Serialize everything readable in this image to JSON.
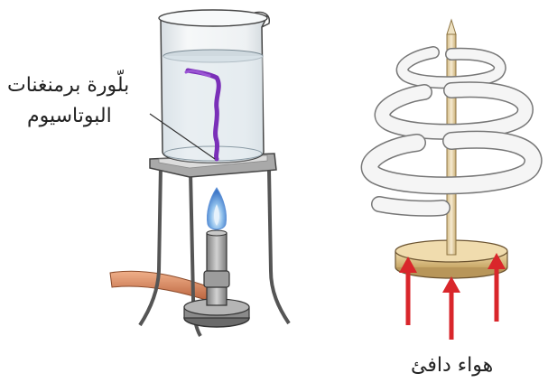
{
  "labels": {
    "crystal_line1": "بلّورة برمنغنات",
    "crystal_line2": "البوتاسيوم",
    "warm_air": "هواء دافئ"
  },
  "colors": {
    "outline": "#333333",
    "glass": "#eef2f4",
    "water": "#dbe3e8",
    "crystal": "#7a2fb8",
    "metal": "#9a9a9a",
    "hose": "#d9845a",
    "flame_outer": "#bcd9f0",
    "flame_inner": "#5b8fd6",
    "spiral": "#f2f2f2",
    "rod": "#e8d6a8",
    "base": "#e8cf9a",
    "arrow": "#d9262b"
  }
}
